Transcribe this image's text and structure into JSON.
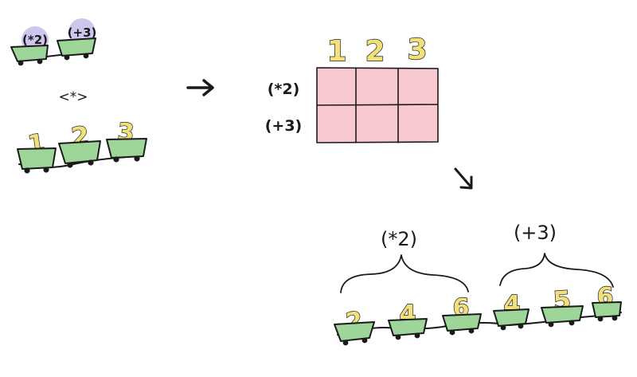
{
  "functions_train": {
    "cars": [
      {
        "label": "(*2)"
      },
      {
        "label": "(+3)"
      }
    ],
    "bubble_color": "#cfc6ee"
  },
  "operator": "<*>",
  "values_train": {
    "cars": [
      {
        "label": "1"
      },
      {
        "label": "2"
      },
      {
        "label": "3"
      }
    ]
  },
  "grid": {
    "column_headers": [
      "1",
      "2",
      "3"
    ],
    "row_headers": [
      "(*2)",
      "(+3)"
    ],
    "fill_color": "#f7c8cf"
  },
  "groups": [
    {
      "label": "(*2)"
    },
    {
      "label": "(+3)"
    }
  ],
  "result_train": {
    "cars": [
      {
        "label": "2"
      },
      {
        "label": "4"
      },
      {
        "label": "6"
      },
      {
        "label": "4"
      },
      {
        "label": "5"
      },
      {
        "label": "6"
      }
    ]
  },
  "colors": {
    "cart_green": "#9ed69a",
    "number_yellow": "#f2e07a",
    "ink": "#1a1a1a"
  }
}
